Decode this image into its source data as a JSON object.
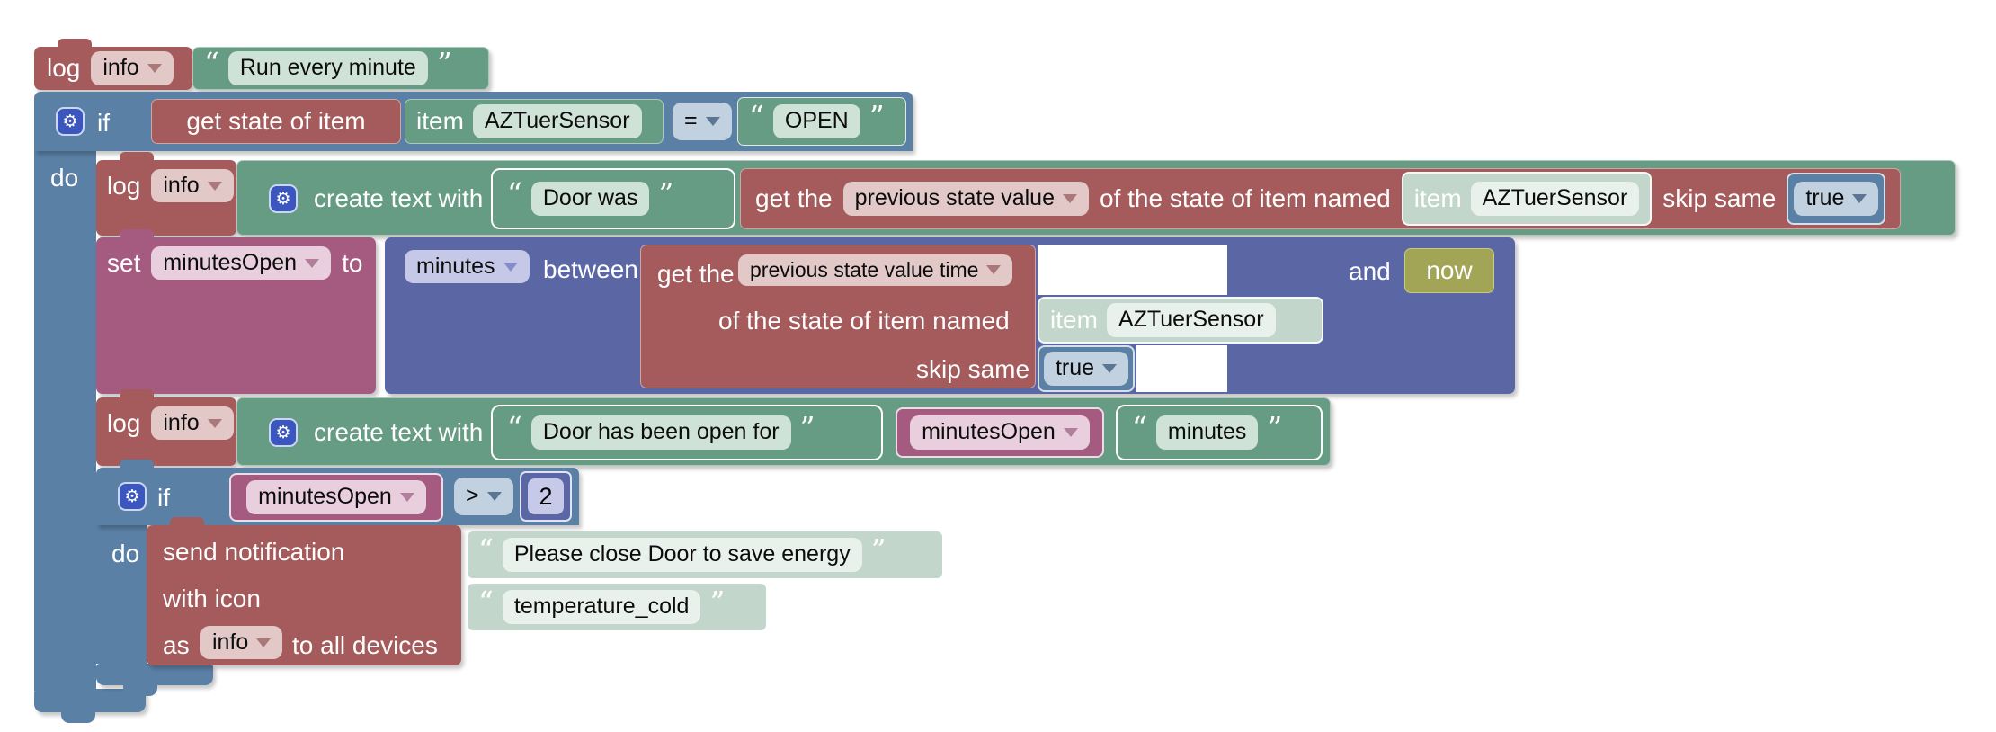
{
  "glyphs": {
    "quote_open": "“",
    "quote_close": "”",
    "gear": "⚙"
  },
  "colors": {
    "block_red": "#a55b5b",
    "block_green": "#669b84",
    "block_mint": "#c3d6cb",
    "block_blue": "#5b80a5",
    "block_math_blue": "#5b67a5",
    "block_purple": "#a55b80",
    "block_olive": "#a2a556",
    "gear_blue": "#3c56c0",
    "workspace": "#ffffff"
  },
  "blocks": {
    "log1": {
      "cmd": "log",
      "level": "info",
      "message": "Run every minute"
    },
    "outer_if": {
      "if": "if",
      "do": "do"
    },
    "condition1": {
      "fn": "get state of item",
      "item_label": "item",
      "item_name": "AZTuerSensor",
      "operator": "=",
      "value": "OPEN"
    },
    "log2": {
      "cmd": "log",
      "level": "info"
    },
    "create_text1": {
      "fn": "create text with",
      "text1": "Door was"
    },
    "prev_value": {
      "get_the": "get the",
      "selector": "previous state value",
      "of_label": "of the state of item named",
      "item_label": "item",
      "item_name": "AZTuerSensor",
      "skip_label": "skip same",
      "skip_value": "true"
    },
    "set_var": {
      "set": "set",
      "variable": "minutesOpen",
      "to": "to"
    },
    "between": {
      "unit": "minutes",
      "between": "between",
      "and": "and",
      "now": "now"
    },
    "prev_time": {
      "get_the": "get the",
      "selector": "previous state value time",
      "of_label": "of the state of item named",
      "item_label": "item",
      "item_name": "AZTuerSensor",
      "skip_label": "skip same",
      "skip_value": "true"
    },
    "log3": {
      "cmd": "log",
      "level": "info"
    },
    "create_text2": {
      "fn": "create text with",
      "text1": "Door has been open for",
      "variable": "minutesOpen",
      "text2": "minutes"
    },
    "inner_if": {
      "if": "if",
      "do": "do",
      "variable": "minutesOpen",
      "operator": ">",
      "value": "2"
    },
    "notification": {
      "fn": "send notification",
      "message": "Please close Door to save energy",
      "icon_label": "with icon",
      "icon_value": "temperature_cold",
      "as_label": "as",
      "level": "info",
      "devices_label": "to all devices"
    }
  }
}
